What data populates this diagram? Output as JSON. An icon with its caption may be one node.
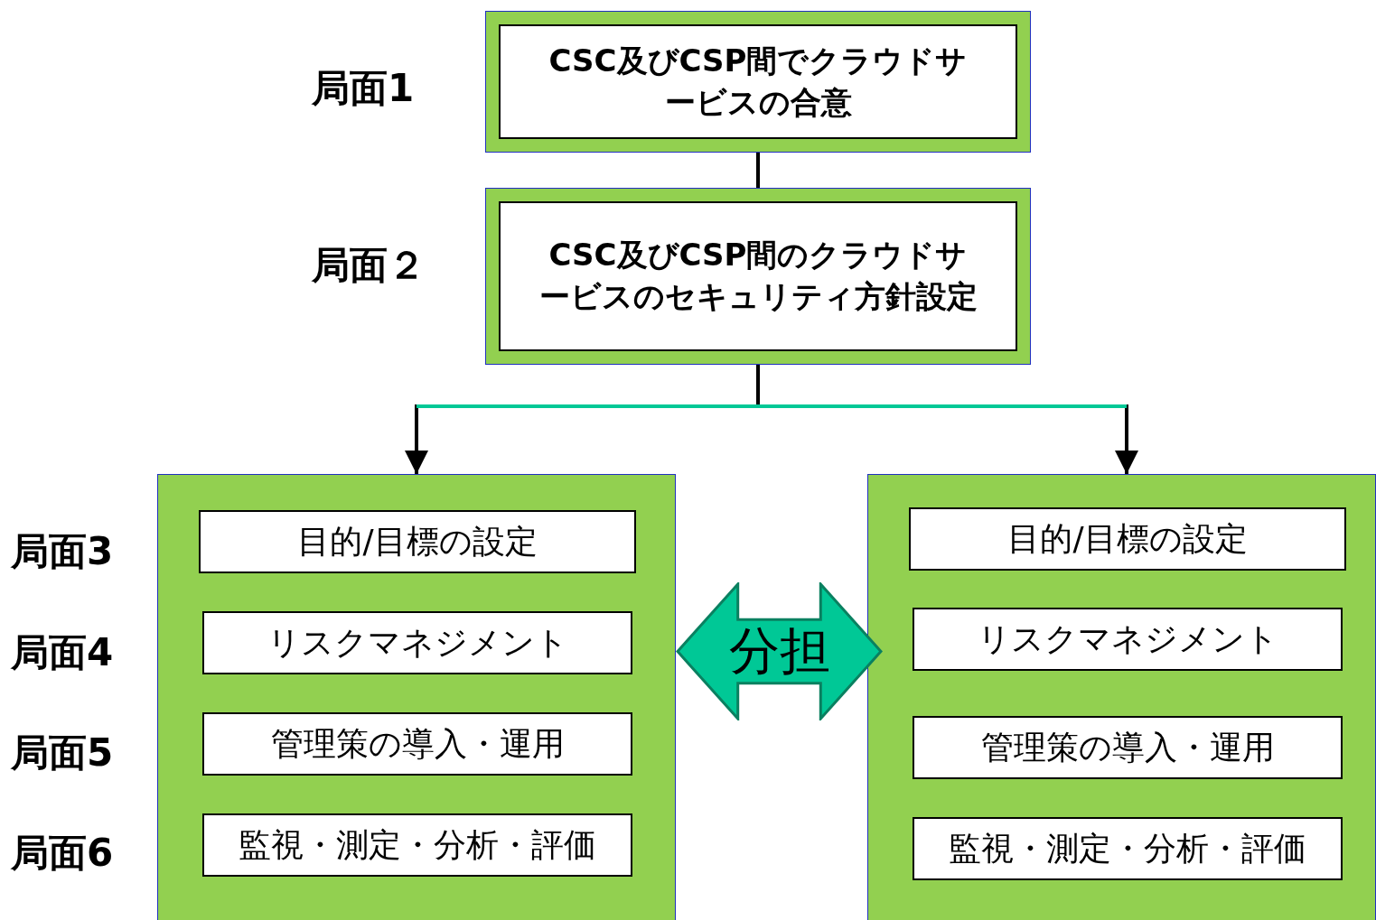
{
  "diagram": {
    "nodes": [
      {
        "text": [
          "CSC及びCSP間でクラウドサービスの合意"
        ]
      },
      {
        "text": [
          "CSC及びCSP間のクラウドサービスのセキュリティ方針設定"
        ]
      },
      {
        "text": [],
        "shape": "box"
      },
      {
        "text": [
          "目的/目標の設定"
        ],
        "in": 2
      },
      {
        "text": [
          "リスクマネジメント"
        ],
        "in": 2
      },
      {
        "text": [
          "管理策の導入・運用"
        ],
        "in": 2
      },
      {
        "text": [
          "監視・測定・分析・評価"
        ],
        "in": 2
      },
      {
        "text": [],
        "shape": "box"
      },
      {
        "text": [
          "目的/目標の設定"
        ],
        "in": 7
      },
      {
        "text": [
          "リスクマネジメント"
        ],
        "in": 7
      },
      {
        "text": [
          "管理策の導入・運用"
        ],
        "in": 7
      },
      {
        "text": [
          "監視・測定・分析・評価"
        ],
        "in": 7
      },
      {
        "text": [
          "分担"
        ]
      }
    ],
    "edges": [
      {
        "from": 0,
        "to": 1,
        "arrow": "none"
      },
      {
        "from": 1,
        "to": 2,
        "arrow": "to"
      },
      {
        "from": 1,
        "to": 7,
        "arrow": "to"
      }
    ],
    "labels": [
      "局面1",
      "局面２",
      "局面3",
      "局面4",
      "局面5",
      "局面6"
    ]
  }
}
